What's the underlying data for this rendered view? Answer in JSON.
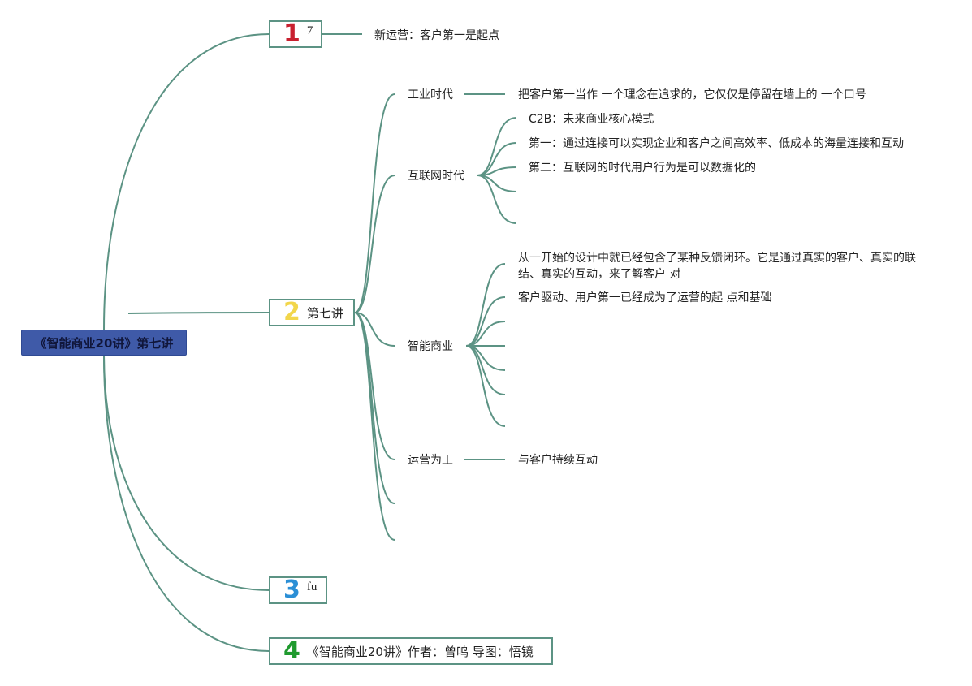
{
  "root": {
    "label": "《智能商业20讲》第七讲"
  },
  "branches": [
    {
      "num": "1",
      "num_color": "#c8202f",
      "label": "7",
      "child": "新运营：客户第一是起点"
    },
    {
      "num": "2",
      "num_color": "#f2d64b",
      "label": "第七讲"
    },
    {
      "num": "3",
      "num_color": "#2b8fd6",
      "label": "fu"
    },
    {
      "num": "4",
      "num_color": "#1f9a2e",
      "label": "《智能商业20讲》作者：曾鸣 导图：悟镜"
    }
  ],
  "topics": {
    "industrial": {
      "label": "工业时代",
      "note": "把客户第一当作 一个理念在追求的，它仅仅是停留在墙上的 一个口号"
    },
    "internet": {
      "label": "互联网时代",
      "items": [
        "C2B：未来商业核心模式",
        "第一：通过连接可以实现企业和客户之间高效率、低成本的海量连接和互动",
        "第二：互联网的时代用户行为是可以数据化的"
      ]
    },
    "smart": {
      "label": "智能商业",
      "items": [
        "从一开始的设计中就已经包含了某种反馈闭环。它是通过真实的客户、真实的联结、真实的互动，来了解客户 对",
        "客户驱动、用户第一已经成为了运营的起 点和基础"
      ]
    },
    "ops": {
      "label": "运营为王",
      "note": "与客户持续互动"
    }
  },
  "colors": {
    "line": "#5c9384",
    "root_bg": "#3f5aa8"
  }
}
